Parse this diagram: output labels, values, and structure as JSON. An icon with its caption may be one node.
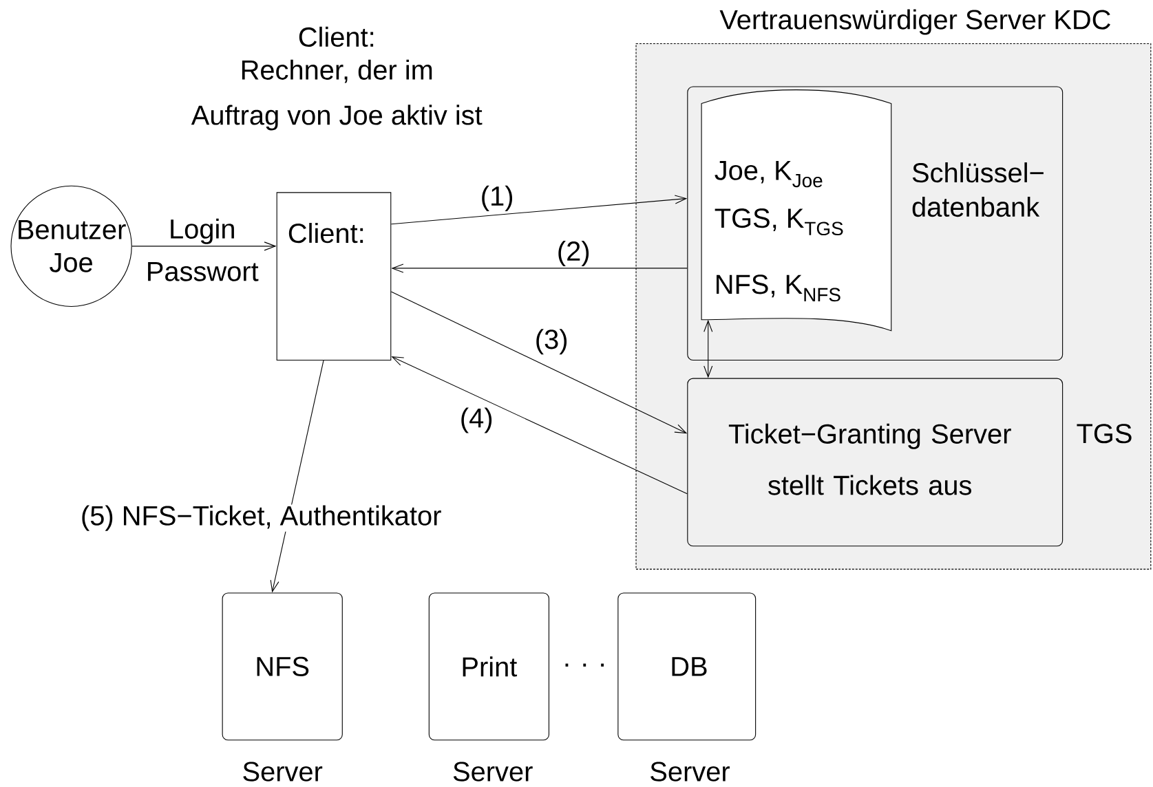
{
  "diagram": {
    "nodes": [
      {
        "text": [
          "Vertrauenswürdiger Server KDC"
        ]
      },
      {
        "text": [
          "Schlüssel− datenbank"
        ],
        "in": 0
      },
      {
        "text": [
          "Joe,  K$_{Joe}$",
          "TGS,  K$_{TGS}$",
          "NFS,  K$_{NFS}$"
        ],
        "in": 1
      },
      {
        "text": [
          "Ticket−Granting Server stellt Tickets aus"
        ],
        "in": 0,
        "beside": [
          "TGS"
        ]
      },
      {
        "text": [
          "Benutzer Joe"
        ]
      },
      {
        "text": [
          "Client:"
        ],
        "beside": [
          "Client:",
          "Rechner, der im",
          "Auftrag von Joe aktiv ist"
        ]
      },
      {
        "text": [
          "NFS"
        ],
        "beside": [
          "Server"
        ]
      },
      {
        "text": [
          "Print"
        ],
        "beside": [
          "Server"
        ]
      },
      {
        "text": [
          "DB"
        ],
        "beside": [
          "Server"
        ]
      }
    ],
    "edges": [
      {
        "from": 5,
        "to": 1,
        "arrow": "to",
        "label": "(1)"
      },
      {
        "from": 1,
        "to": 5,
        "arrow": "to",
        "label": "(2)"
      },
      {
        "from": 5,
        "to": 3,
        "arrow": "to",
        "label": "(3)"
      },
      {
        "from": 3,
        "to": 5,
        "arrow": "to",
        "label": "(4)"
      },
      {
        "from": 4,
        "to": 5,
        "arrow": "to",
        "label": "Login Passwort"
      },
      {
        "from": 2,
        "to": 3,
        "arrow": "both"
      },
      {
        "from": 5,
        "to": 6,
        "arrow": "to",
        "label": "(5) NFS−Ticket, Authentikator"
      }
    ],
    "labels": [
      ". . ."
    ]
  }
}
